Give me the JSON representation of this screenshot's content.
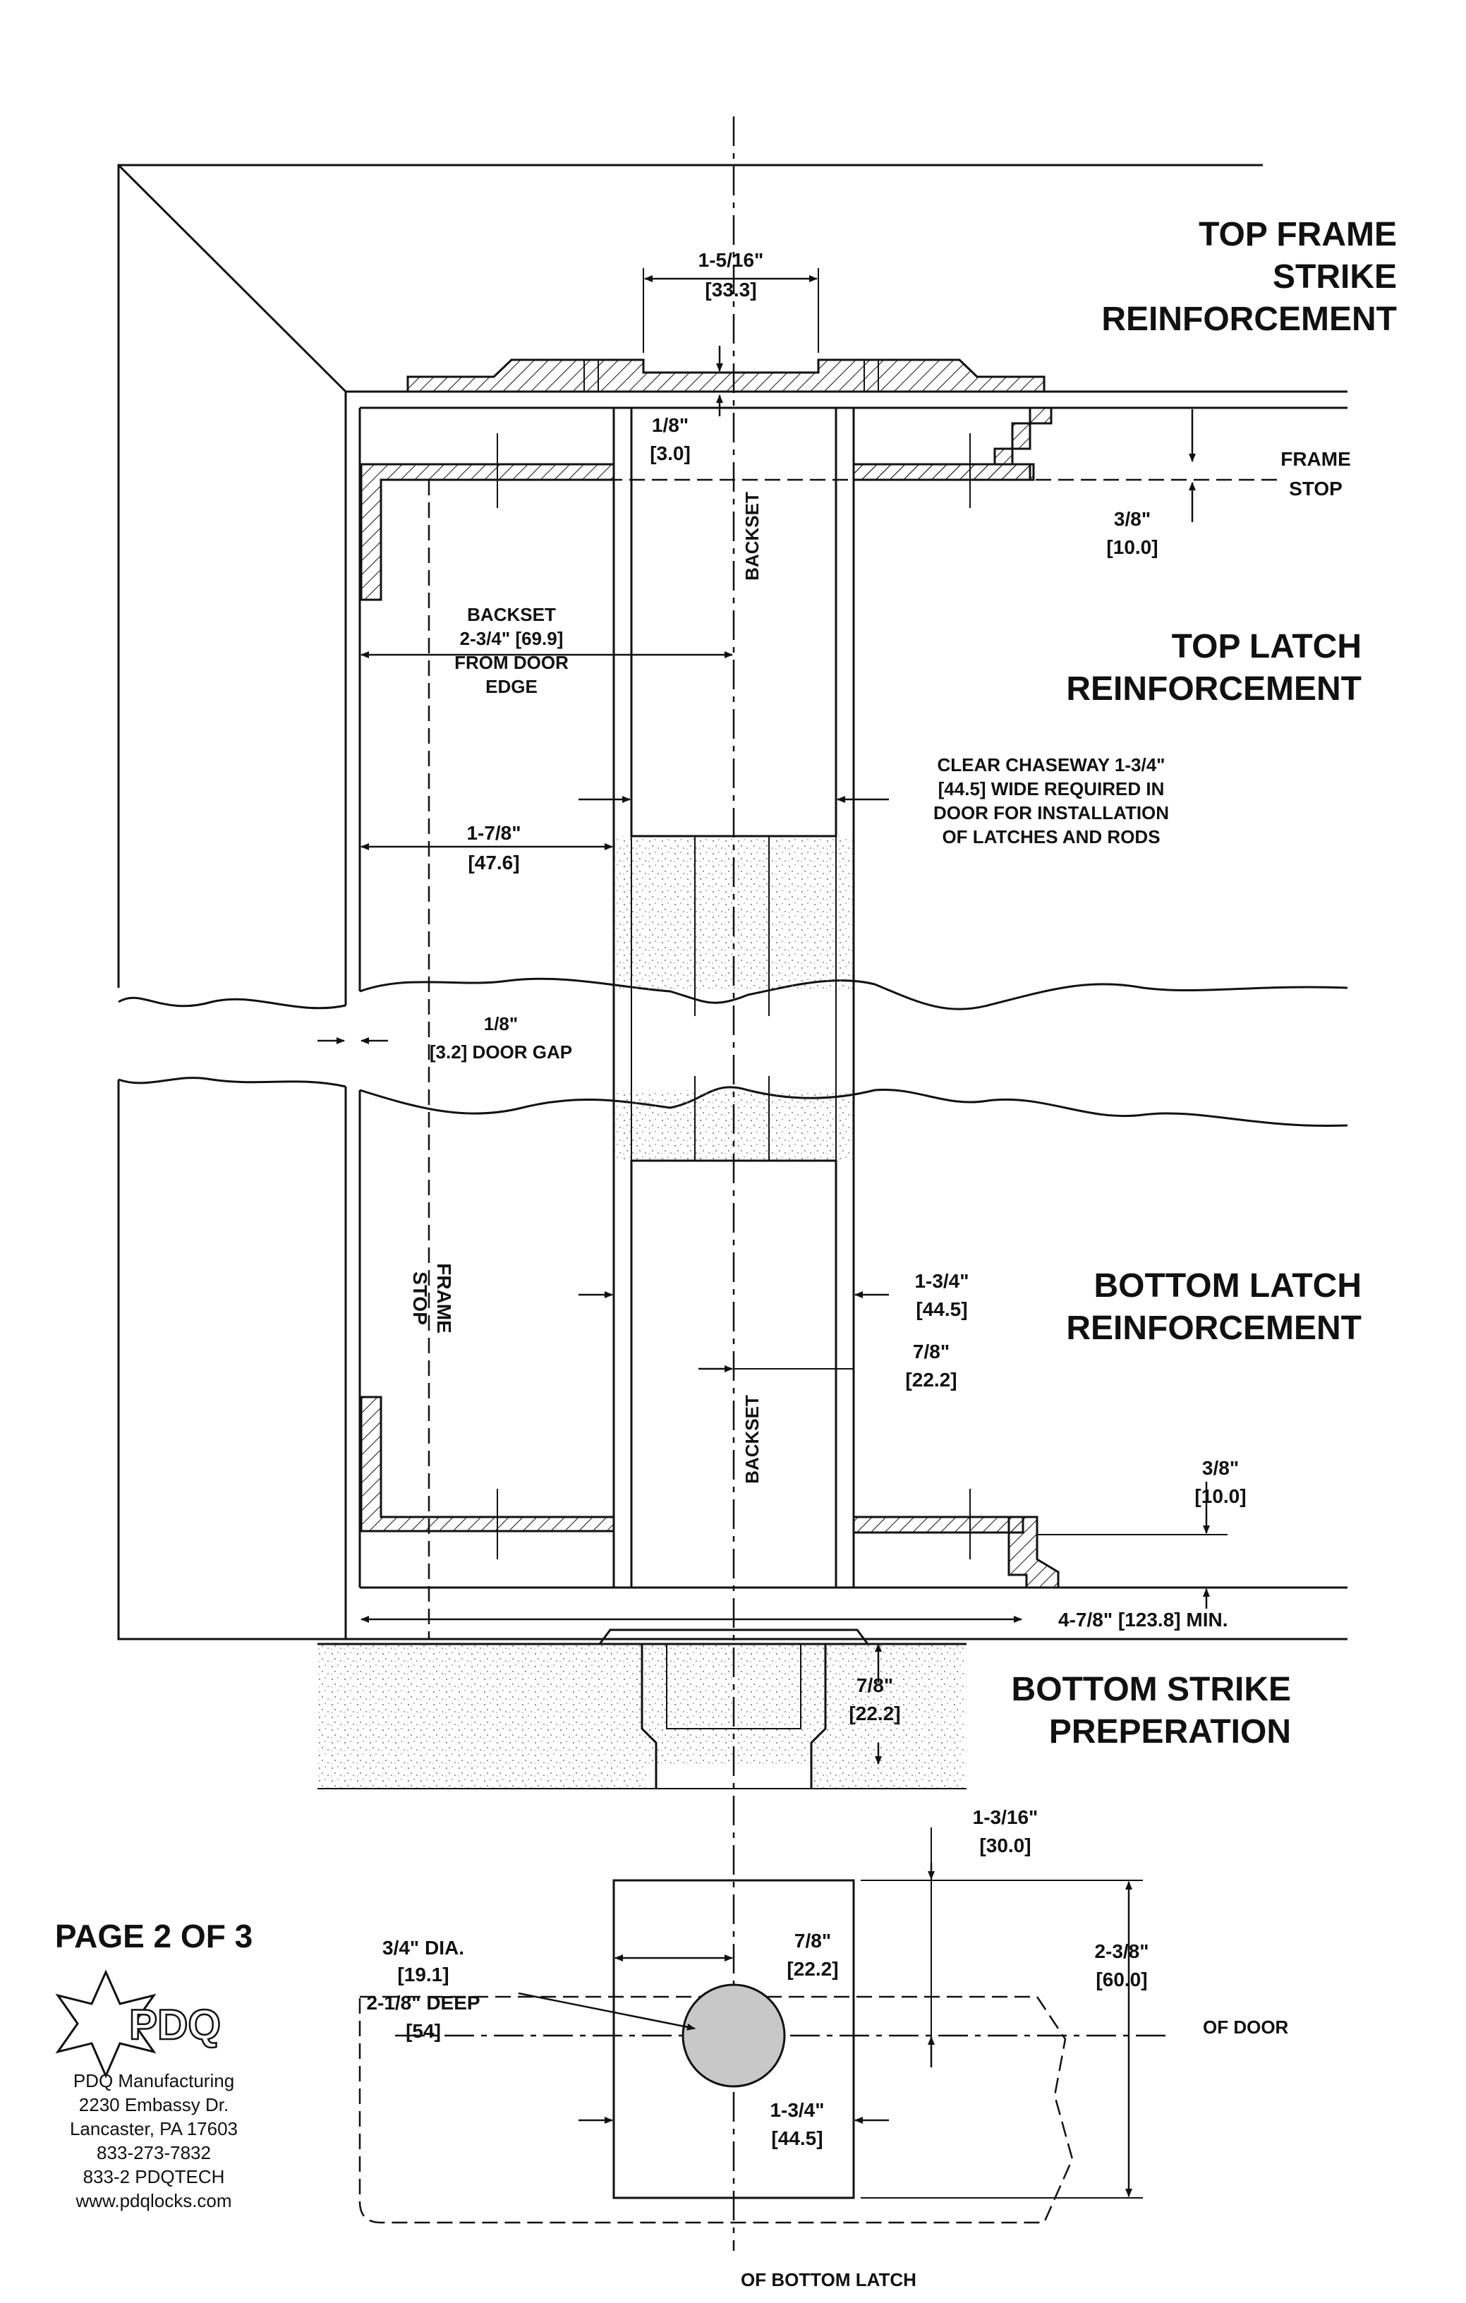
{
  "headings": {
    "top_frame": [
      "TOP FRAME",
      "STRIKE",
      "REINFORCEMENT"
    ],
    "top_latch": [
      "TOP LATCH",
      "REINFORCEMENT"
    ],
    "bottom_latch": [
      "BOTTOM LATCH",
      "REINFORCEMENT"
    ],
    "bottom_strike": [
      "BOTTOM STRIKE",
      "PREPERATION"
    ]
  },
  "labels": {
    "frame_stop_right": [
      "FRAME",
      "STOP"
    ],
    "frame_stop_left": [
      "FRAME",
      "STOP"
    ],
    "backset_top": "BACKSET",
    "backset_bottom": "BACKSET",
    "backset_note": [
      "BACKSET",
      "2-3/4\" [69.9]",
      "FROM DOOR",
      "EDGE"
    ],
    "chaseway_note": [
      "CLEAR CHASEWAY 1-3/4\"",
      "[44.5] WIDE REQUIRED IN",
      "DOOR FOR INSTALLATION",
      "OF LATCHES AND RODS"
    ],
    "of_door": "OF DOOR",
    "of_bottom_latch": "OF BOTTOM LATCH",
    "dia_note": [
      "3/4\" DIA.",
      "[19.1]",
      "2-1/8\" DEEP",
      "[54]"
    ]
  },
  "dimensions": {
    "d_1_5_16": [
      "1-5/16\"",
      "[33.3]"
    ],
    "d_1_8_top": [
      "1/8\"",
      "[3.0]"
    ],
    "d_3_8_top": [
      "3/8\"",
      "[10.0]"
    ],
    "d_1_7_8": [
      "1-7/8\"",
      "[47.6]"
    ],
    "d_door_gap": [
      "1/8\"",
      "[3.2] DOOR GAP"
    ],
    "d_1_3_4_mid": [
      "1-3/4\"",
      "[44.5]"
    ],
    "d_7_8_mid": [
      "7/8\"",
      "[22.2]"
    ],
    "d_3_8_bottom": [
      "3/8\"",
      "[10.0]"
    ],
    "d_4_7_8": "4-7/8\" [123.8] MIN.",
    "d_7_8_strike": [
      "7/8\"",
      "[22.2]"
    ],
    "d_1_3_16": [
      "1-3/16\"",
      "[30.0]"
    ],
    "d_2_3_8": [
      "2-3/8\"",
      "[60.0]"
    ],
    "d_7_8_plan": [
      "7/8\"",
      "[22.2]"
    ],
    "d_1_3_4_plan": [
      "1-3/4\"",
      "[44.5]"
    ]
  },
  "footer": {
    "page": "PAGE 2 OF 3",
    "logo_text": "PDQ",
    "company": "PDQ Manufacturing",
    "street": "2230 Embassy Dr.",
    "city": "Lancaster, PA 17603",
    "phone": "833-273-7832",
    "phone_alt": "833-2 PDQTECH",
    "web": "www.pdqlocks.com"
  }
}
